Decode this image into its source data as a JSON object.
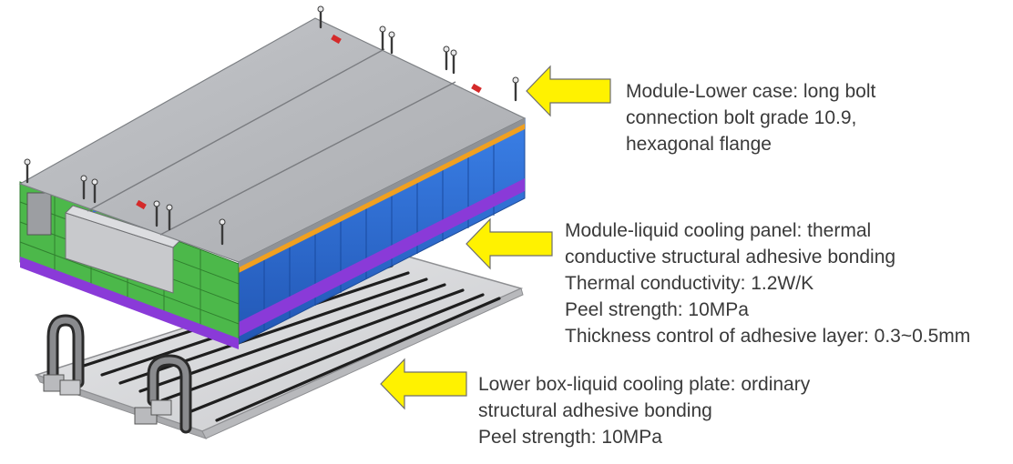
{
  "colors": {
    "cover_top": "#b5b7bb",
    "cover_side": "#8f9296",
    "cells_blue": "#2f6fd6",
    "cells_blue_dark": "#2159b8",
    "adhesive_orange": "#f0a020",
    "base_purple": "#8a3ad8",
    "frame_green": "#4cb84a",
    "cooling_plate": "#d9dadc",
    "channel_dark": "#1e1e1e",
    "arrow_yellow": "#fff200",
    "text": "#3a3a3a"
  },
  "callouts": [
    {
      "id": "module-lower-case",
      "lines": [
        "Module-Lower case: long bolt",
        "connection bolt grade 10.9,",
        "hexagonal flange"
      ]
    },
    {
      "id": "module-liquid-cooling-panel",
      "lines": [
        "Module-liquid cooling panel: thermal",
        "conductive structural adhesive bonding",
        "Thermal conductivity: 1.2W/K",
        "Peel strength: 10MPa",
        "Thickness control of adhesive layer: 0.3~0.5mm"
      ]
    },
    {
      "id": "lower-box-liquid-cooling-plate",
      "lines": [
        "Lower box-liquid cooling plate: ordinary",
        "structural adhesive bonding",
        "Peel strength: 10MPa"
      ]
    }
  ]
}
